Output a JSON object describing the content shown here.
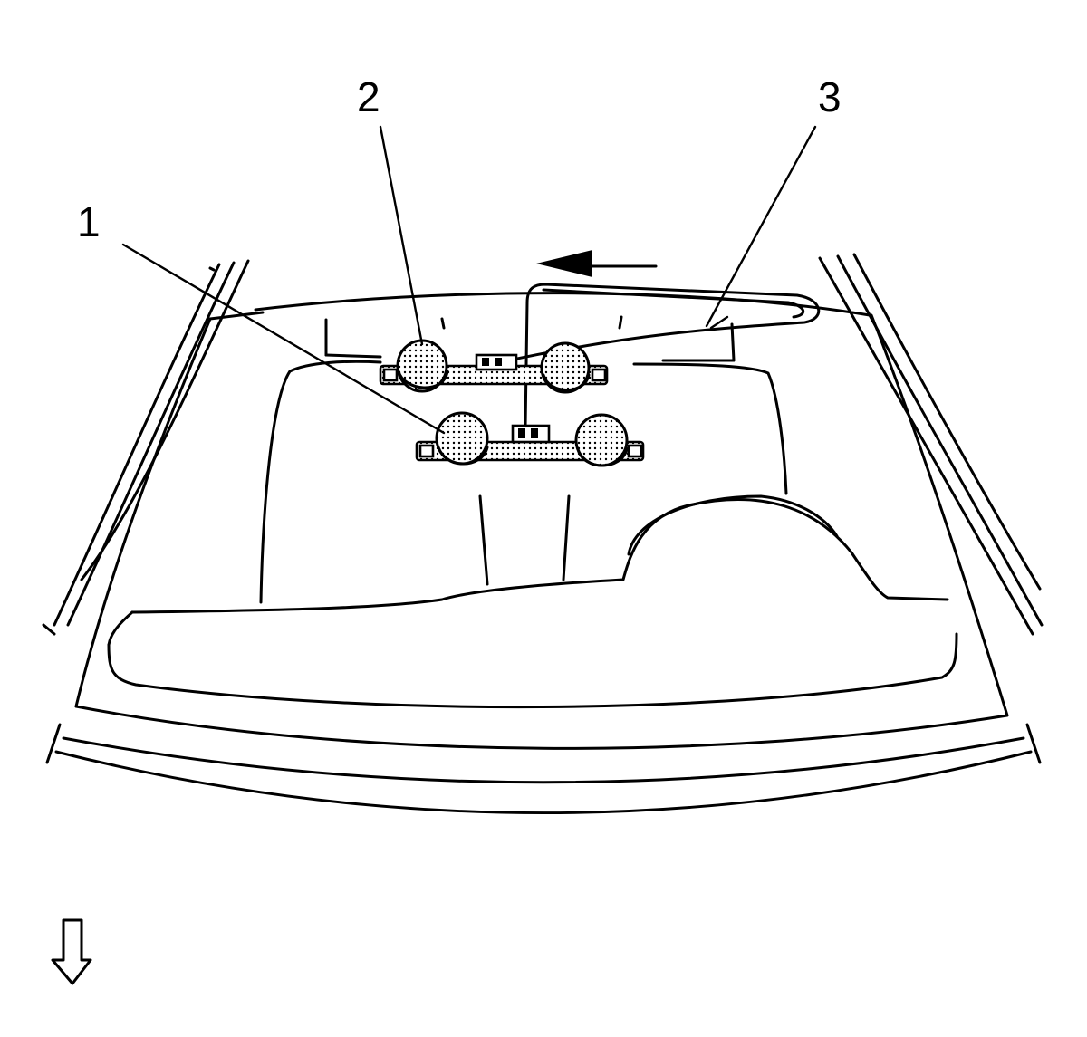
{
  "callouts": {
    "c1": "1",
    "c2": "2",
    "c3": "3"
  },
  "icons": {
    "direction_arrow": "arrow-left-icon",
    "view_arrow": "down-arrow-outline-icon"
  }
}
